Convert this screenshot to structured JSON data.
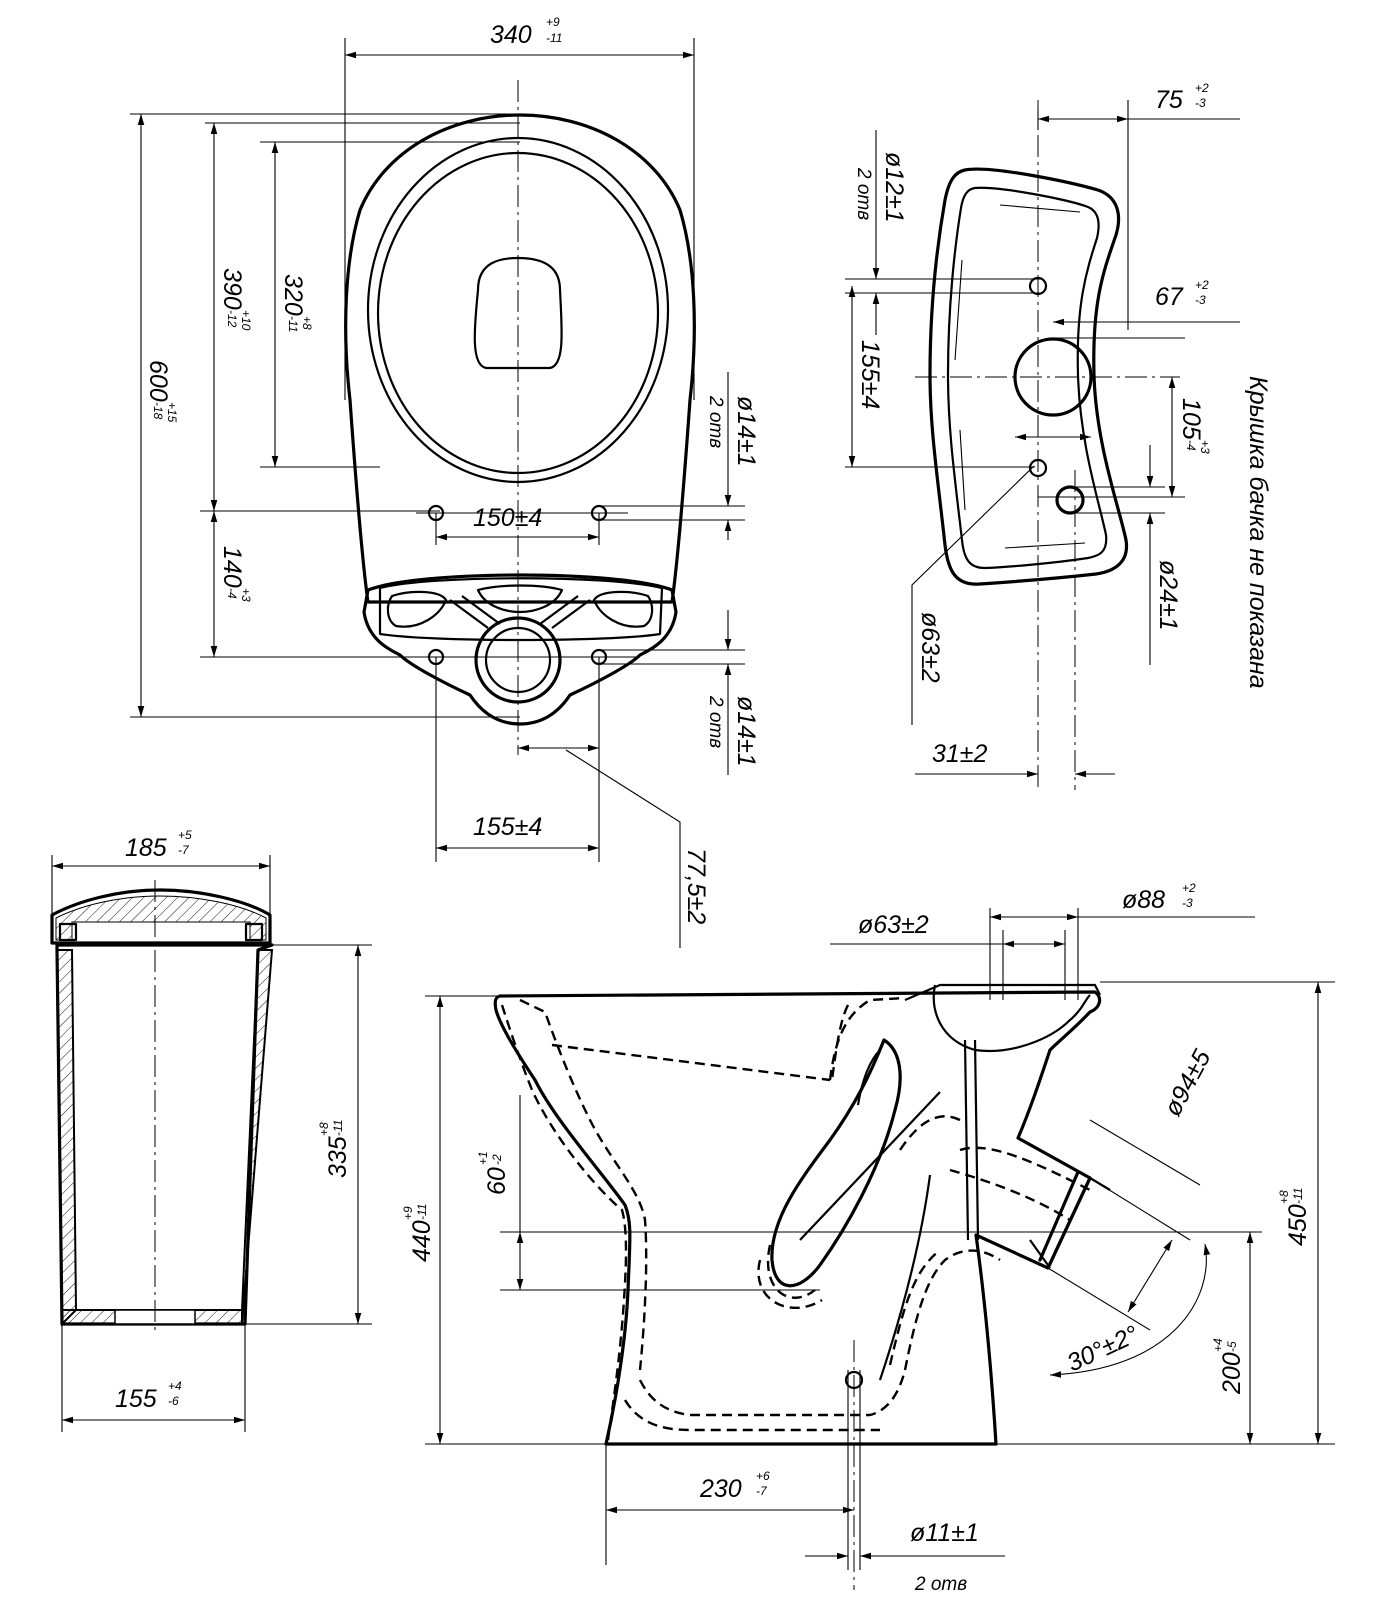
{
  "top_view": {
    "width_dim": "340",
    "width_tol_up": "+9",
    "width_tol_dn": "-11",
    "len600": "600",
    "len600_up": "+15",
    "len600_dn": "-18",
    "len390": "390",
    "len390_up": "+10",
    "len390_dn": "-12",
    "len320": "320",
    "len320_up": "+8",
    "len320_dn": "-11",
    "len140": "140",
    "len140_up": "+3",
    "len140_dn": "-4",
    "holes_upper": "150±4",
    "holes_lower": "155±4",
    "offset": "77,5±2",
    "hole_dia_1": "ø14±1",
    "hole_dia_1_note": "2 отв",
    "hole_dia_2": "ø14±1",
    "hole_dia_2_note": "2 отв"
  },
  "tank_top": {
    "w75": "75",
    "w75_up": "+2",
    "w75_dn": "-3",
    "w67": "67",
    "w67_up": "+2",
    "w67_dn": "-3",
    "d12": "ø12±1",
    "d12_note": "2 отв",
    "h155": "155±4",
    "h105": "105",
    "h105_up": "+3",
    "h105_dn": "-4",
    "d24": "ø24±1",
    "d63": "ø63±2",
    "w31": "31±2",
    "caption": "Крышка бачка не показана"
  },
  "tank_side": {
    "w185": "185",
    "w185_up": "+5",
    "w185_dn": "-7",
    "h335": "335",
    "h335_up": "+8",
    "h335_dn": "-11",
    "w155": "155",
    "w155_up": "+4",
    "w155_dn": "-6"
  },
  "bowl_side": {
    "d63": "ø63±2",
    "d88": "ø88",
    "d88_up": "+2",
    "d88_dn": "-3",
    "h440": "440",
    "h440_up": "+9",
    "h440_dn": "-11",
    "h60": "60",
    "h60_up": "+1",
    "h60_dn": "-2",
    "d94": "ø94±5",
    "angle": "30°±2°",
    "h200": "200",
    "h200_up": "+4",
    "h200_dn": "-5",
    "h450": "450",
    "h450_up": "+8",
    "h450_dn": "-11",
    "w230": "230",
    "w230_up": "+6",
    "w230_dn": "-7",
    "d11": "ø11±1",
    "d11_note": "2 отв"
  }
}
